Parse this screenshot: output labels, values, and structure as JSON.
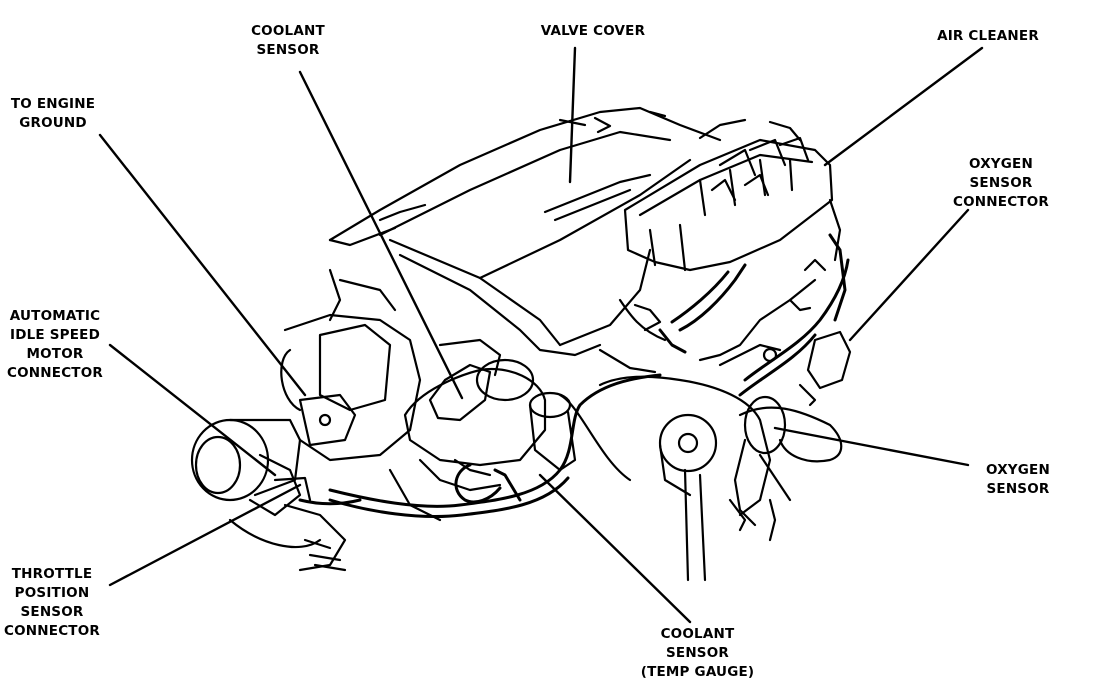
{
  "diagram": {
    "colors": {
      "ink": "#000000",
      "background": "#ffffff"
    },
    "labels": {
      "coolant_sensor": [
        "COOLANT",
        "SENSOR"
      ],
      "valve_cover": [
        "VALVE COVER"
      ],
      "air_cleaner": [
        "AIR CLEANER"
      ],
      "to_engine_ground": [
        "TO ENGINE",
        "GROUND"
      ],
      "oxygen_sensor_connector": [
        "OXYGEN",
        "SENSOR",
        "CONNECTOR"
      ],
      "automatic_idle_speed_motor_connector": [
        "AUTOMATIC",
        "IDLE SPEED",
        "MOTOR",
        "CONNECTOR"
      ],
      "oxygen_sensor": [
        "OXYGEN",
        "SENSOR"
      ],
      "throttle_position_sensor_connector": [
        "THROTTLE",
        "POSITION",
        "SENSOR",
        "CONNECTOR"
      ],
      "coolant_sensor_temp_gauge": [
        "COOLANT",
        "SENSOR",
        "(TEMP GAUGE)"
      ]
    }
  }
}
